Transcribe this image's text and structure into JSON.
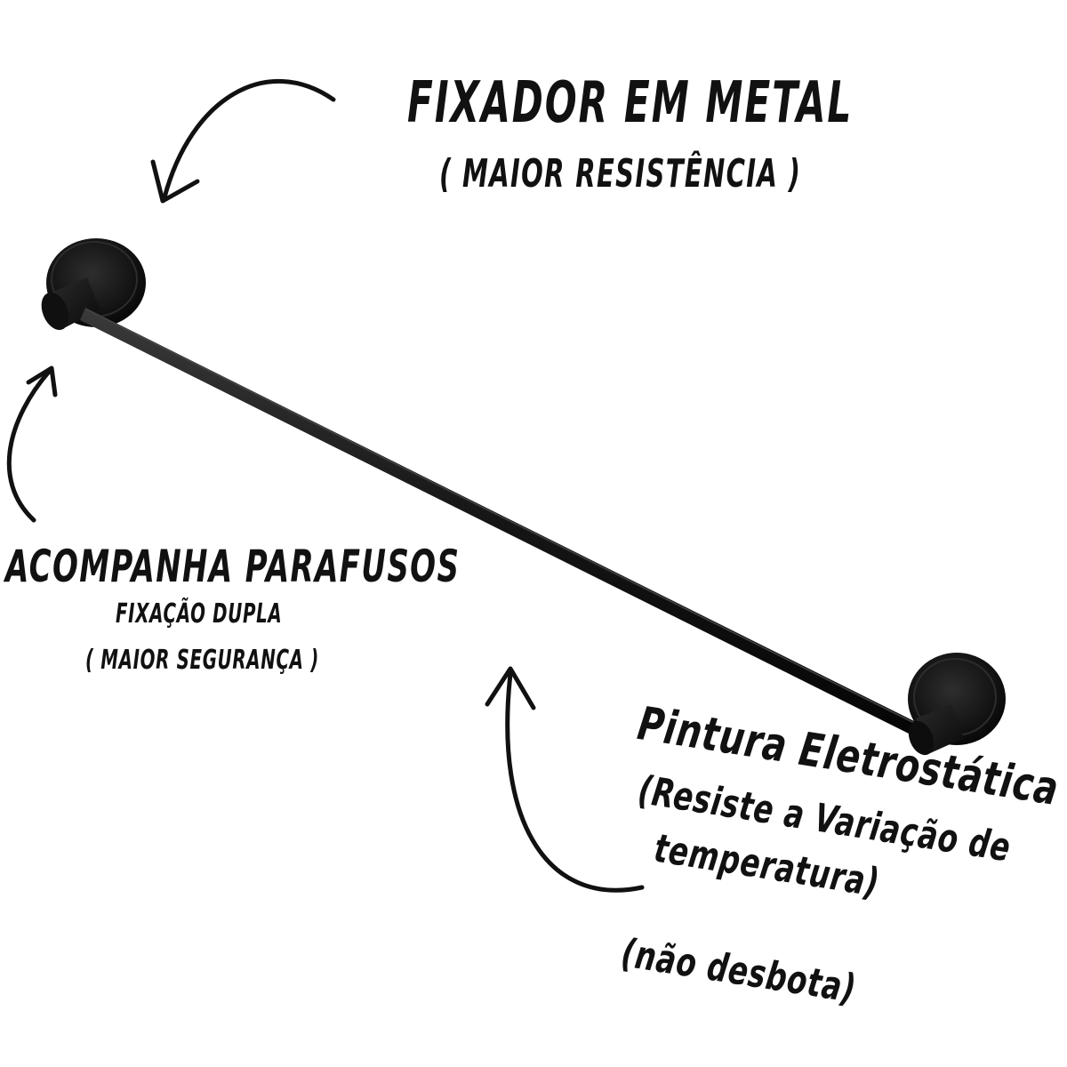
{
  "labels": {
    "metal_title": "FIXADOR EM METAL",
    "metal_sub": "( MAIOR RESISTÊNCIA )",
    "screws_title": "ACOMPANHA PARAFUSOS",
    "screws_sub1": "FIXAÇÃO DUPLA",
    "screws_sub2": "( MAIOR SEGURANÇA )",
    "paint_lines": [
      "Pintura Eletrostática",
      "(Resiste a Variação de",
      "temperatura)",
      "(não desbota)"
    ]
  },
  "colors": {
    "background": "#ffffff",
    "text": "#111111",
    "bar": "#151515",
    "bar_highlight": "#3a3a3a"
  }
}
